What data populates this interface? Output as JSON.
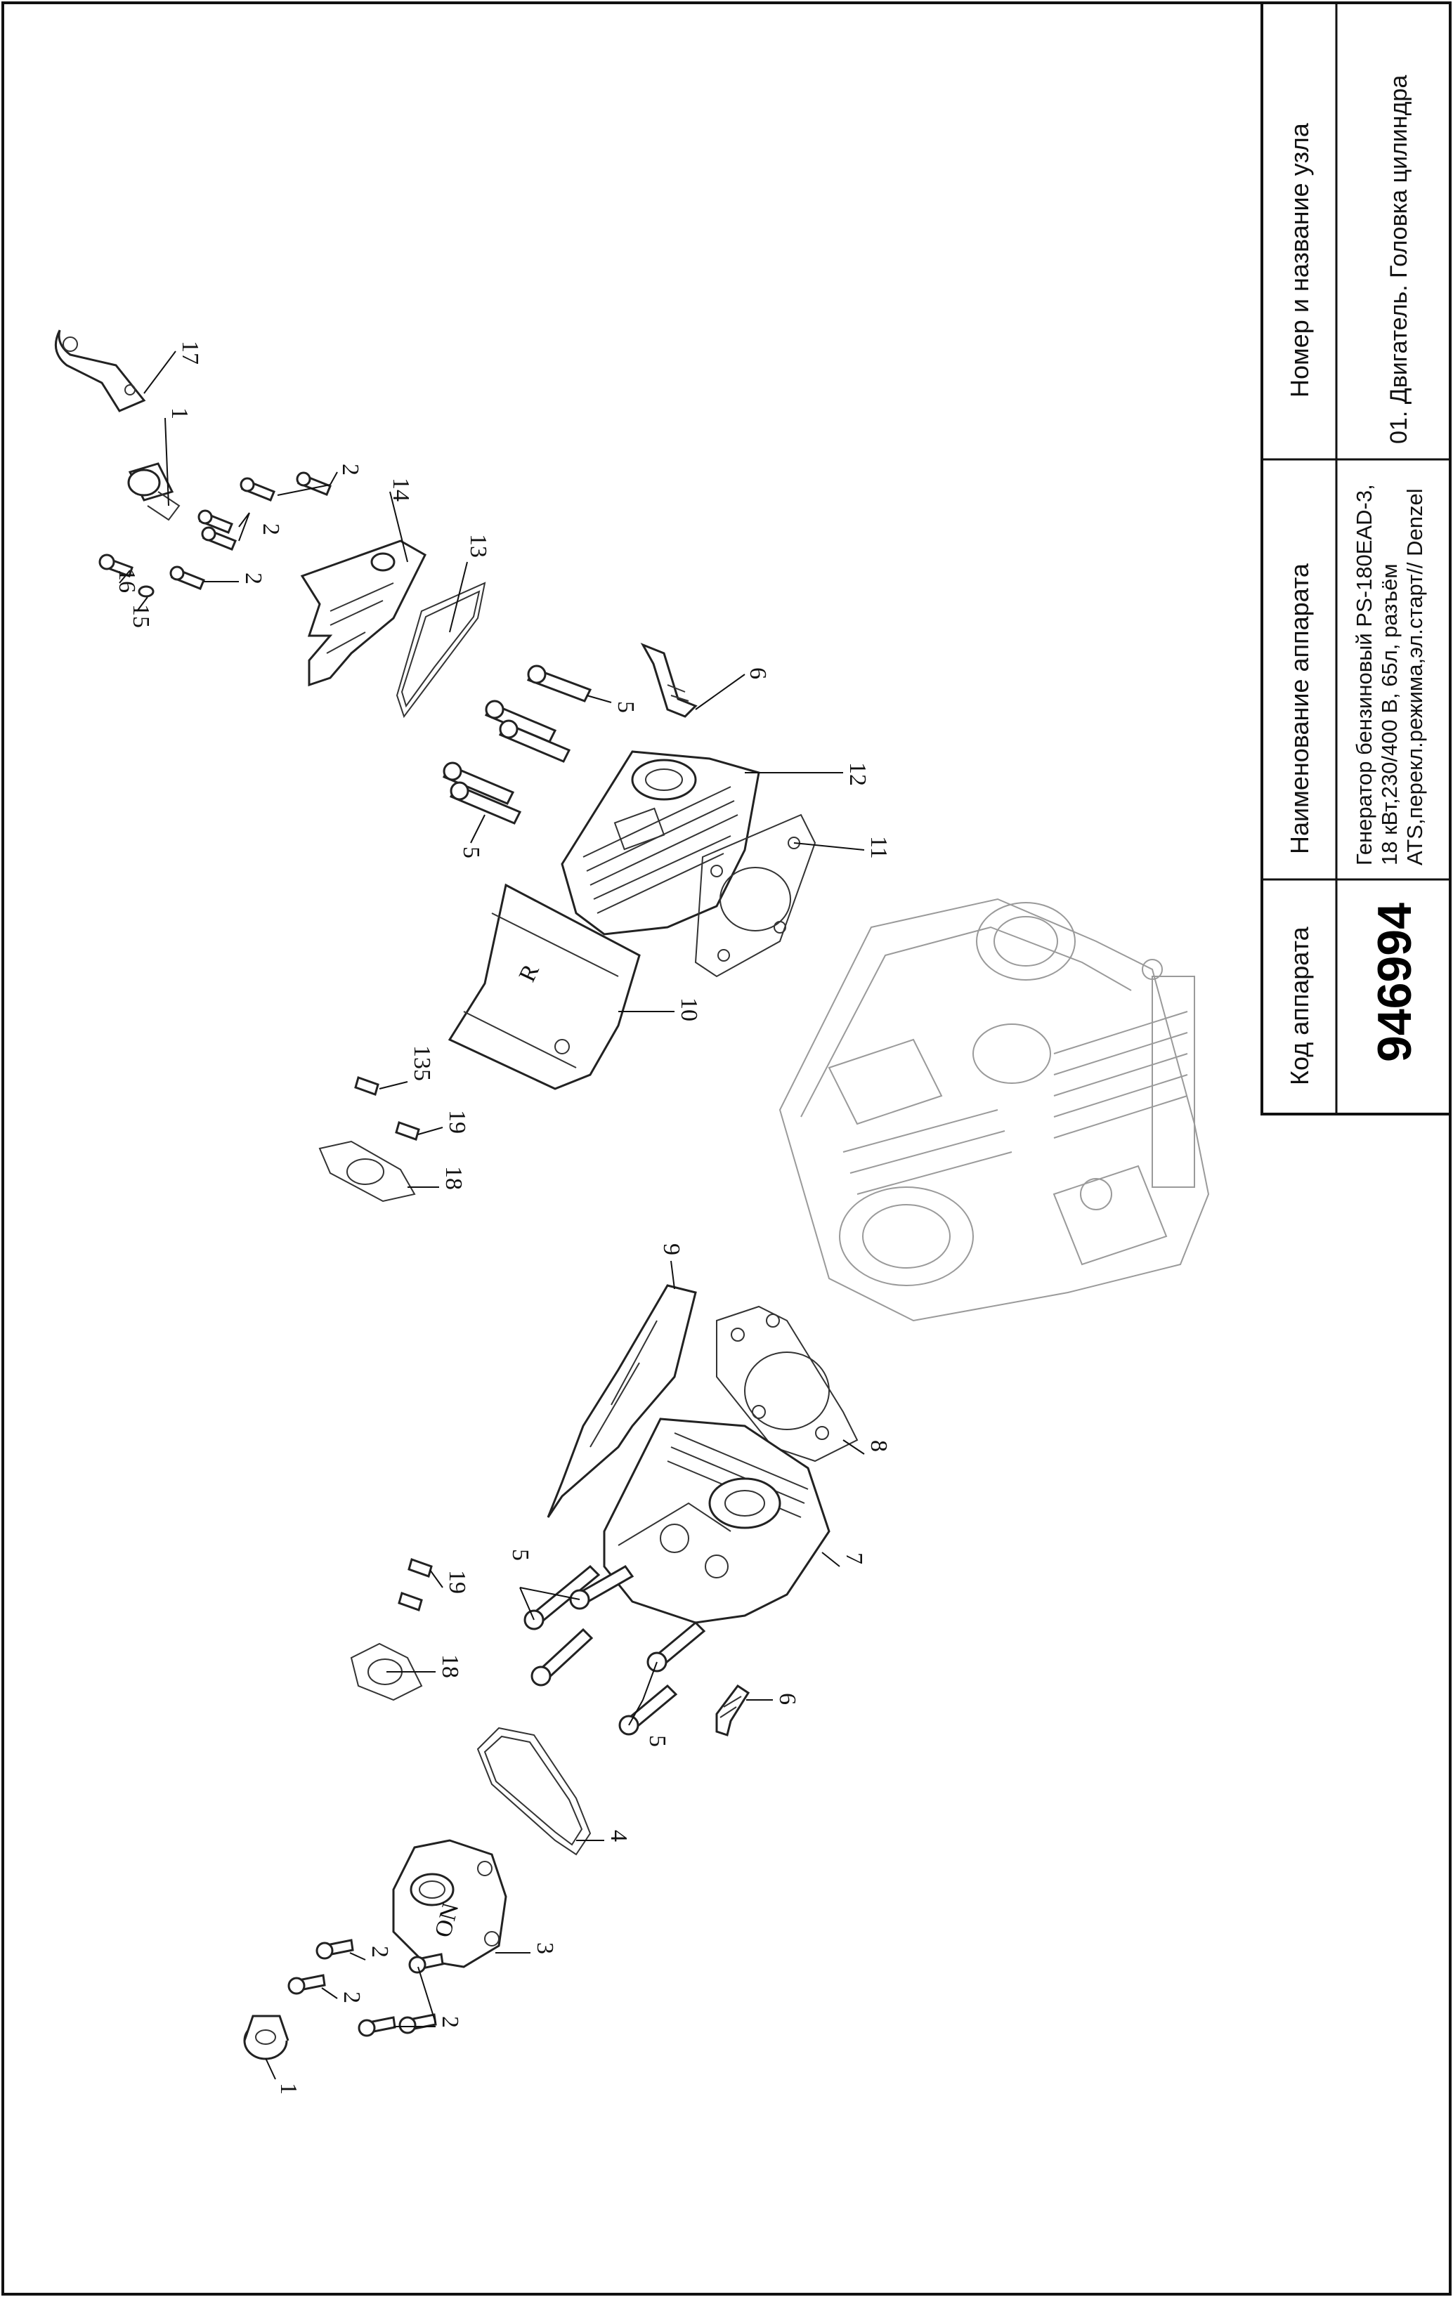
{
  "title_block": {
    "code_label": "Код аппарата",
    "code_value": "946994",
    "device_label": "Наименование аппарата",
    "device_value_lines": [
      "Генератор бензиновый PS-180EAD-3,",
      "18 кВт,230/400 В, 65л, разъём",
      "ATS,перекл.режима,эл.старт// Denzel"
    ],
    "node_label": "Номер и название узла",
    "node_value": "01. Двигатель. Головка цилиндра"
  },
  "callouts": {
    "c1a": "1",
    "c1b": "1",
    "c2a": "2",
    "c2b": "2",
    "c2c": "2",
    "c2d": "2",
    "c2e": "2",
    "c2f": "2",
    "c3": "3",
    "c4": "4",
    "c5a": "5",
    "c5b": "5",
    "c5c": "5",
    "c5d": "5",
    "c6a": "6",
    "c6b": "6",
    "c7": "7",
    "c8": "8",
    "c9": "9",
    "c10": "10",
    "c11": "11",
    "c12": "12",
    "c13": "13",
    "c14": "14",
    "c15": "15",
    "c16": "16",
    "c17": "17",
    "c18a": "18",
    "c18b": "18",
    "c19a": "19",
    "c19b": "19",
    "c135": "135"
  },
  "stamp_letters": {
    "r": "R",
    "on": "ON"
  }
}
